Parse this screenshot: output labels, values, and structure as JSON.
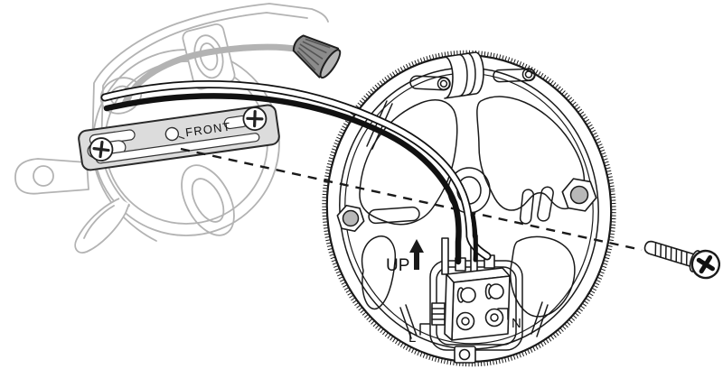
{
  "figure": {
    "type": "installation-diagram",
    "labels": {
      "front": "FRONT",
      "up": "UP",
      "live": "L",
      "neutral": "N"
    },
    "colors": {
      "line": "#1a1a1a",
      "ghost_gray": "#b3b3b3",
      "bracket_fill": "#dcdcdc",
      "wire_nut_body": "#8c8c8c",
      "wire_nut_cap": "#b5b5b5",
      "hole_fill": "#b8b8b8",
      "wire_black": "#111111",
      "background": "#ffffff"
    }
  }
}
